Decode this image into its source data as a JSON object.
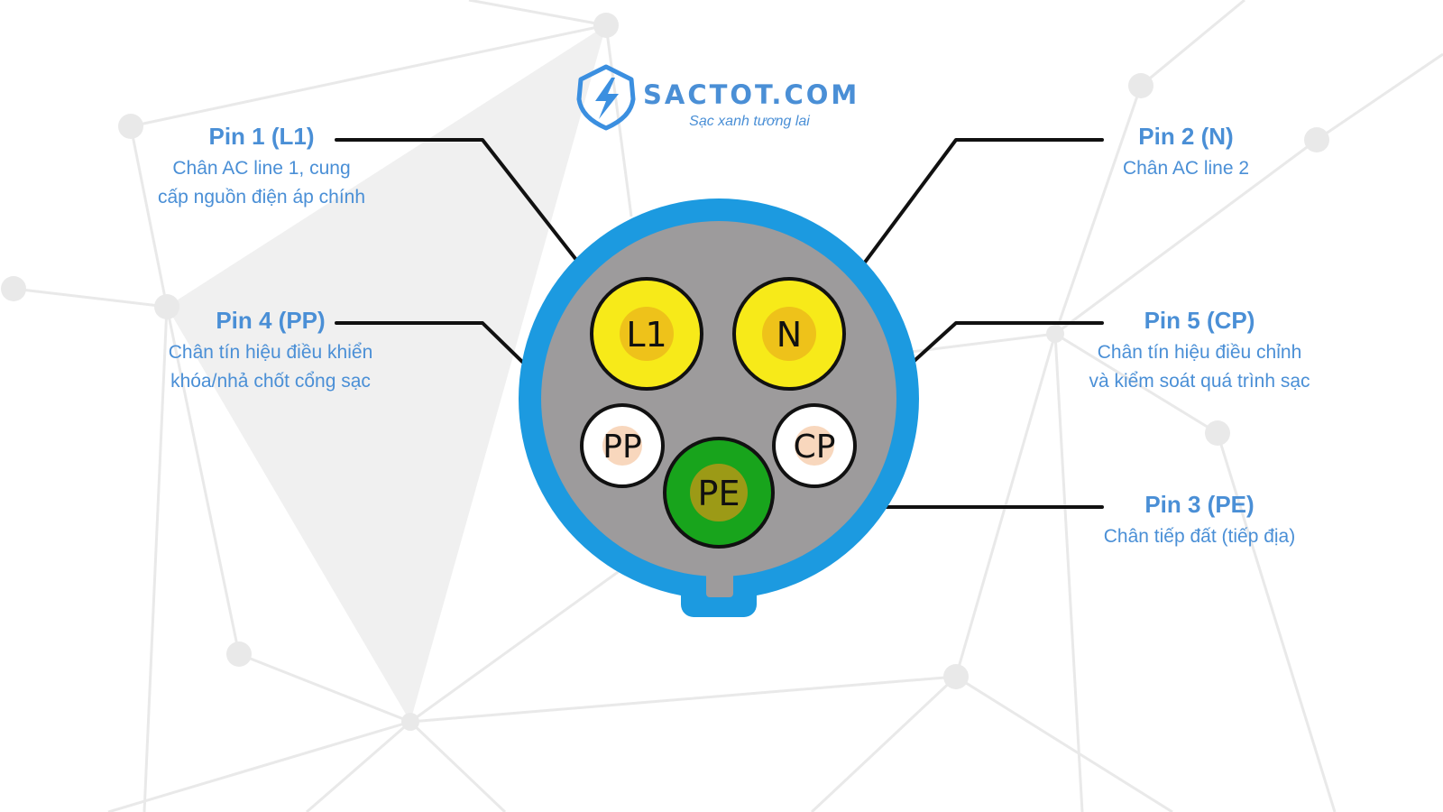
{
  "brand": {
    "name": "SACTOT.COM",
    "tagline": "Sạc xanh tương lai",
    "colors": {
      "primary": "#4a8fd6",
      "shield": "#3b8fe0"
    },
    "icon": "lightning-shield-icon"
  },
  "connector": {
    "colors": {
      "shell": "#1c9ae0",
      "face": "#9d9b9c"
    },
    "pins": {
      "l1": {
        "label": "L1",
        "fill": "#f7ea19",
        "core": "#eec21a"
      },
      "n": {
        "label": "N",
        "fill": "#f7ea19",
        "core": "#eec21a"
      },
      "pp": {
        "label": "PP",
        "fill": "#ffffff",
        "core": "#f8d7bd"
      },
      "cp": {
        "label": "CP",
        "fill": "#ffffff",
        "core": "#f8d7bd"
      },
      "pe": {
        "label": "PE",
        "fill": "#18a41c",
        "core": "#9c9a16"
      }
    }
  },
  "callouts": {
    "pin1": {
      "title": "Pin 1 (L1)",
      "desc_line1": "Chân AC line 1, cung",
      "desc_line2": "cấp nguồn điện áp chính"
    },
    "pin2": {
      "title": "Pin 2 (N)",
      "desc_line1": "Chân AC line 2"
    },
    "pin4": {
      "title": "Pin 4 (PP)",
      "desc_line1": "Chân tín hiệu điều khiển",
      "desc_line2": "khóa/nhả chốt cổng sạc"
    },
    "pin5": {
      "title": "Pin 5 (CP)",
      "desc_line1": "Chân tín hiệu điều chỉnh",
      "desc_line2": "và kiểm soát quá trình sạc"
    },
    "pin3": {
      "title": "Pin 3 (PE)",
      "desc_line1": "Chân tiếp đất (tiếp địa)"
    }
  }
}
